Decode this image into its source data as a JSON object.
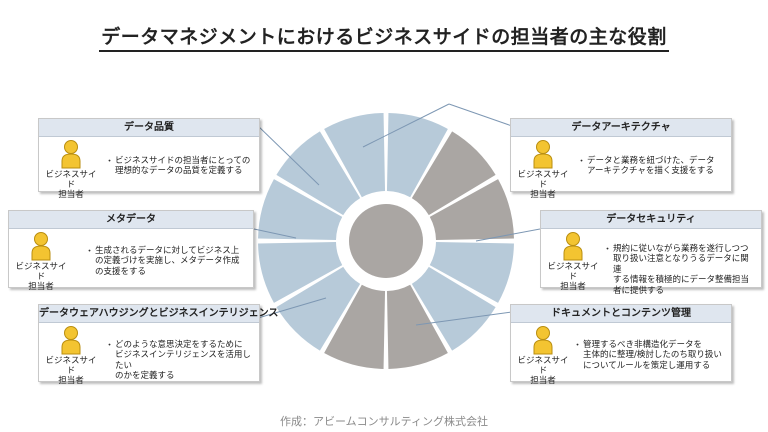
{
  "title": "データマネジメントにおけるビジネスサイドの担当者の主な役割",
  "footer": "作成：アビームコンサルティング株式会社",
  "colors": {
    "blue_segment": "#b7cad9",
    "gray_segment": "#aaa6a3",
    "hub": "#aaa6a3",
    "connector": "#7d97b3",
    "card_header": "#dfe6ef",
    "person_icon": "#f3c431"
  },
  "cards": {
    "data_quality": {
      "title": "データ品質",
      "role": "ビジネスサイド\n担当者",
      "description": "ビジネスサイドの担当者にとっての\n理想的なデータの品質を定義する"
    },
    "metadata": {
      "title": "メタデータ",
      "role": "ビジネスサイド\n担当者",
      "description": "生成されるデータに対してビジネス上\nの定義づけを実施し、メタデータ作成\nの支援をする"
    },
    "dwh_bi": {
      "title": "データウェアハウジングとビジネスインテリジェンス",
      "role": "ビジネスサイド\n担当者",
      "description": "どのような意思決定をするために\nビジネスインテリジェンスを活用したい\nのかを定義する"
    },
    "data_architecture": {
      "title": "データアーキテクチャ",
      "role": "ビジネスサイド\n担当者",
      "description": "データと業務を紐づけた、データ\nアーキテクチャを描く支援をする"
    },
    "data_security": {
      "title": "データセキュリティ",
      "role": "ビジネスサイド\n担当者",
      "description": "規約に従いながら業務を遂行しつつ\n取り扱い注意となりうるデータに関連\nする情報を積極的にデータ整備担当\n者に提供する"
    },
    "document_content": {
      "title": "ドキュメントとコンテンツ管理",
      "role": "ビジネスサイド\n担当者",
      "description": "管理するべき非構造化データを\n主体的に整理/検討したのち取り扱い\nについてルールを策定し運用する"
    }
  },
  "wheel": {
    "segments": [
      "blue",
      "gray",
      "gray",
      "blue",
      "blue",
      "gray",
      "gray",
      "blue",
      "blue",
      "blue",
      "blue",
      "blue"
    ]
  }
}
